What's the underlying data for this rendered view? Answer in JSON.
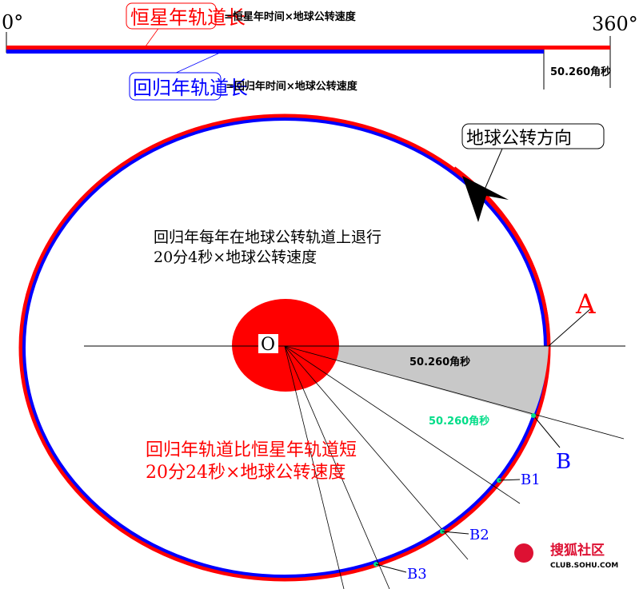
{
  "top_bar": {
    "start_label": "0°",
    "end_label": "360°",
    "sidereal_label": "恒星年轨道长",
    "sidereal_formula": "=恒星年时间×地球公转速度",
    "tropical_label": "回归年轨道长",
    "tropical_formula": "=回归年时间×地球公转速度",
    "gap_label": "50.260角秒"
  },
  "orbit": {
    "direction_label": "地球公转方向",
    "note_line1": "回归年每年在地球公转轨道上退行",
    "note_line2": "20分4秒×地球公转速度",
    "center_label": "O",
    "sector_label": "50.260角秒",
    "sector_label2": "50.260角秒",
    "point_a": "A",
    "point_b": "B",
    "point_b1": "B1",
    "point_b2": "B2",
    "point_b3": "B3",
    "red_line1": "回归年轨道比恒星年轨道短",
    "red_line2": "20分24秒×地球公转速度"
  },
  "watermark": {
    "brand": "搜狐社区",
    "url": "CLUB.SOHU.COM"
  },
  "colors": {
    "sidereal": "#ff0000",
    "tropical": "#0000ff",
    "sector": "#c8c8c8",
    "green": "#00dd88"
  }
}
